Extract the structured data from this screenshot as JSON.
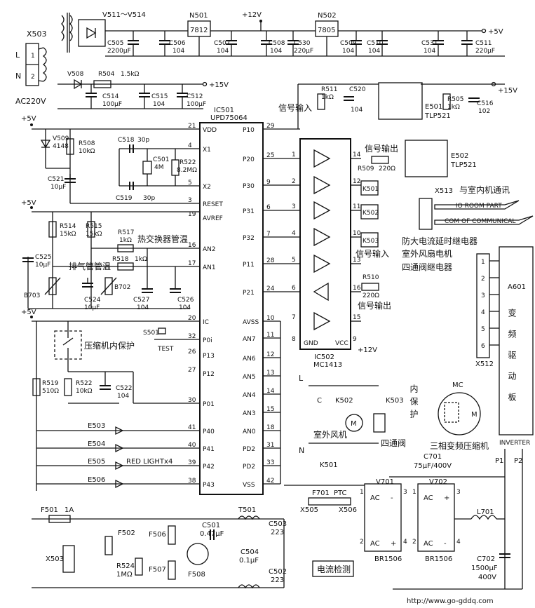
{
  "supply": {
    "x503_top": "X503",
    "pin1": "L",
    "pin2": "N",
    "ac": "AC220V",
    "bridge": "V511～V514",
    "n501": "N501",
    "n501_type": "7812",
    "n502": "N502",
    "n502_type": "7805",
    "v12": "+12V",
    "v5": "+5V",
    "v15": "+15V",
    "c505": "C505",
    "c505_v": "2200μF",
    "c506": "C506",
    "c506_v": "104",
    "c507": "C507",
    "c507_v": "104",
    "c508": "C508",
    "c508_v": "104",
    "c530": "C530",
    "c530_v": "220μF",
    "c509": "C509",
    "c509_v": "104",
    "c510": "C510",
    "c510_v": "104",
    "c531": "C531",
    "c531_v": "104",
    "c511": "C511",
    "c511_v": "220μF",
    "v508": "V508",
    "r504": "R504",
    "r504_v": "1.5kΩ",
    "c514": "C514",
    "c514_v": "100μF",
    "c515": "C515",
    "c515_v": "104",
    "c512": "C512",
    "c512_v": "100μF"
  },
  "mcu": {
    "ref": "IC501",
    "type": "UPD75064",
    "pins_left": [
      {
        "num": "21",
        "name": "VDD"
      },
      {
        "num": "4",
        "name": "X1"
      },
      {
        "num": "5",
        "name": "X2"
      },
      {
        "num": "3",
        "name": "RESET"
      },
      {
        "num": "19",
        "name": "AVREF"
      },
      {
        "num": "16",
        "name": "AN2"
      },
      {
        "num": "17",
        "name": "AN1"
      },
      {
        "num": "20",
        "name": "IC"
      },
      {
        "num": "32",
        "name": "P0i"
      },
      {
        "num": "26",
        "name": "P13"
      },
      {
        "num": "27",
        "name": "P12"
      },
      {
        "num": "30",
        "name": "P01"
      },
      {
        "num": "41",
        "name": "P40"
      },
      {
        "num": "40",
        "name": "P41"
      },
      {
        "num": "39",
        "name": "P42"
      },
      {
        "num": "38",
        "name": "P43"
      }
    ],
    "pins_right": [
      {
        "num": "29",
        "name": "P10"
      },
      {
        "num": "25",
        "name": "P20"
      },
      {
        "num": "9",
        "name": "P30"
      },
      {
        "num": "6",
        "name": "P31"
      },
      {
        "num": "7",
        "name": "P32"
      },
      {
        "num": "28",
        "name": "P11"
      },
      {
        "num": "24",
        "name": "P21"
      },
      {
        "num": "10",
        "name": "AVSS"
      },
      {
        "num": "11",
        "name": "AN7"
      },
      {
        "num": "12",
        "name": "AN6"
      },
      {
        "num": "13",
        "name": "AN5"
      },
      {
        "num": "14",
        "name": "AN4"
      },
      {
        "num": "15",
        "name": "AN3"
      },
      {
        "num": "18",
        "name": "AN0"
      },
      {
        "num": "31",
        "name": "PD2"
      },
      {
        "num": "33",
        "name": "PD2"
      },
      {
        "num": "42",
        "name": "VSS"
      }
    ]
  },
  "left": {
    "v5a": "+5V",
    "v5b": "+5V",
    "v5c": "+5V",
    "v509": "V509",
    "v509_t": "4148",
    "r508": "R508",
    "r508_v": "10kΩ",
    "c521": "C521",
    "c521_v": "10μF",
    "c518": "C518",
    "c518_v": "30p",
    "c501": "C501",
    "c501_v": "4M",
    "r522": "R522",
    "r522_v": "8.2MΩ",
    "c519": "C519",
    "c519_v": "30p",
    "r514": "R514",
    "r514_v": "15kΩ",
    "r515": "R515",
    "r515_v": "15kΩ",
    "r517": "R517",
    "r517_v": "1kΩ",
    "heat_ex": "热交换器管温",
    "c525": "C525",
    "c525_v": "10μF",
    "exhaust": "排气管管温",
    "r518": "R518",
    "r518_v": "1kΩ",
    "c524": "C524",
    "c524_v": "10μF",
    "b703": "B703",
    "b702": "B702",
    "c527": "C527",
    "c527_v": "104",
    "c526": "C526",
    "c526_v": "104",
    "s501": "S501",
    "test": "TEST",
    "comp_prot": "压缩机内保护",
    "r519": "R519",
    "r519_v": "510Ω",
    "r522b": "R522",
    "r522b_v": "10kΩ",
    "c522": "C522",
    "c522_v": "104",
    "e503": "E503",
    "e504": "E504",
    "e505": "E505",
    "red": "RED  LIGHTx4",
    "e506": "E506"
  },
  "driver": {
    "ref": "IC502",
    "type": "MC1413",
    "gnd": "GND",
    "vcc": "VCC",
    "v12": "+12V",
    "in_pins": [
      "1",
      "2",
      "3",
      "4",
      "5",
      "6",
      "7"
    ],
    "gnd_pin": "8",
    "out_pins": [
      "14",
      "12",
      "11",
      "10",
      "13",
      "16",
      "15"
    ],
    "vcc_pin": "9"
  },
  "right_top": {
    "sig_in": "信号输入",
    "sig_out": "信号输出",
    "r509": "R509",
    "r509_v": "220Ω",
    "r511": "R511",
    "r511_v": "1kΩ",
    "c520": "C520",
    "c520_v": "104",
    "e501": "E501",
    "e501_t": "TLP521",
    "r505": "R505",
    "r505_v": "1kΩ",
    "c516": "C516",
    "c516_v": "102",
    "v15": "+15V",
    "e502": "E502",
    "e502_t": "TLP521",
    "x513": "X513",
    "comm_indoor": "与室内机通讯",
    "io_room": "IO  ROOM  PART",
    "com": "COM  OF  COMMUNICAL",
    "k501": "K501",
    "k502": "K502",
    "k503": "K503",
    "r_delay": "防大电流延时继电器",
    "r_fan": "室外风扇电机",
    "r_valve": "四通阀继电器",
    "sig_in2": "信号输入",
    "r510": "R510",
    "r510_v": "220Ω",
    "sig_out2": "信号输出",
    "x512": "X512",
    "a601": "A601",
    "inv_board": "变频驱动板",
    "pins": [
      "1",
      "2",
      "3",
      "4",
      "5",
      "6"
    ]
  },
  "loads": {
    "l": "L",
    "n": "N",
    "c": "C",
    "k502": "K502",
    "k503": "K503",
    "m": "M",
    "fan": "室外风机",
    "valve": "四通阀",
    "mc": "MC",
    "prot": "内保护",
    "comp3": "三相变频压缩机",
    "inverter": "INVERTER",
    "p1": "P1",
    "p2": "P2"
  },
  "power": {
    "f501": "F501",
    "f501_v": "1A",
    "x503": "X503",
    "f502": "F502",
    "r524": "R524",
    "r524_v": "1MΩ",
    "f506": "F506",
    "f507": "F507",
    "f508": "F508",
    "c501": "C501",
    "c501_v": "0.47μF",
    "t501": "T501",
    "c503": "C503",
    "c503_v": "223",
    "c504": "C504",
    "c504_v": "0.1μF",
    "c502": "C502",
    "c502_v": "223",
    "cur_det": "电流检测",
    "k501": "K501",
    "f701": "F701",
    "ptc": "PTC",
    "x505": "X505",
    "x506": "X506",
    "v701": "V701",
    "br1": "BR1506",
    "v702": "V702",
    "br2": "BR1506",
    "c701": "C701",
    "c701_v": "75μF/400V",
    "l701": "L701",
    "c702": "C702",
    "c702_v": "1500μF",
    "c702_u": "400V",
    "ac": "AC",
    "plus": "+",
    "minus": "-",
    "n1": "1",
    "n2": "2",
    "n3": "3",
    "n4": "4"
  },
  "watermark": "http://www.go-gddq.com"
}
